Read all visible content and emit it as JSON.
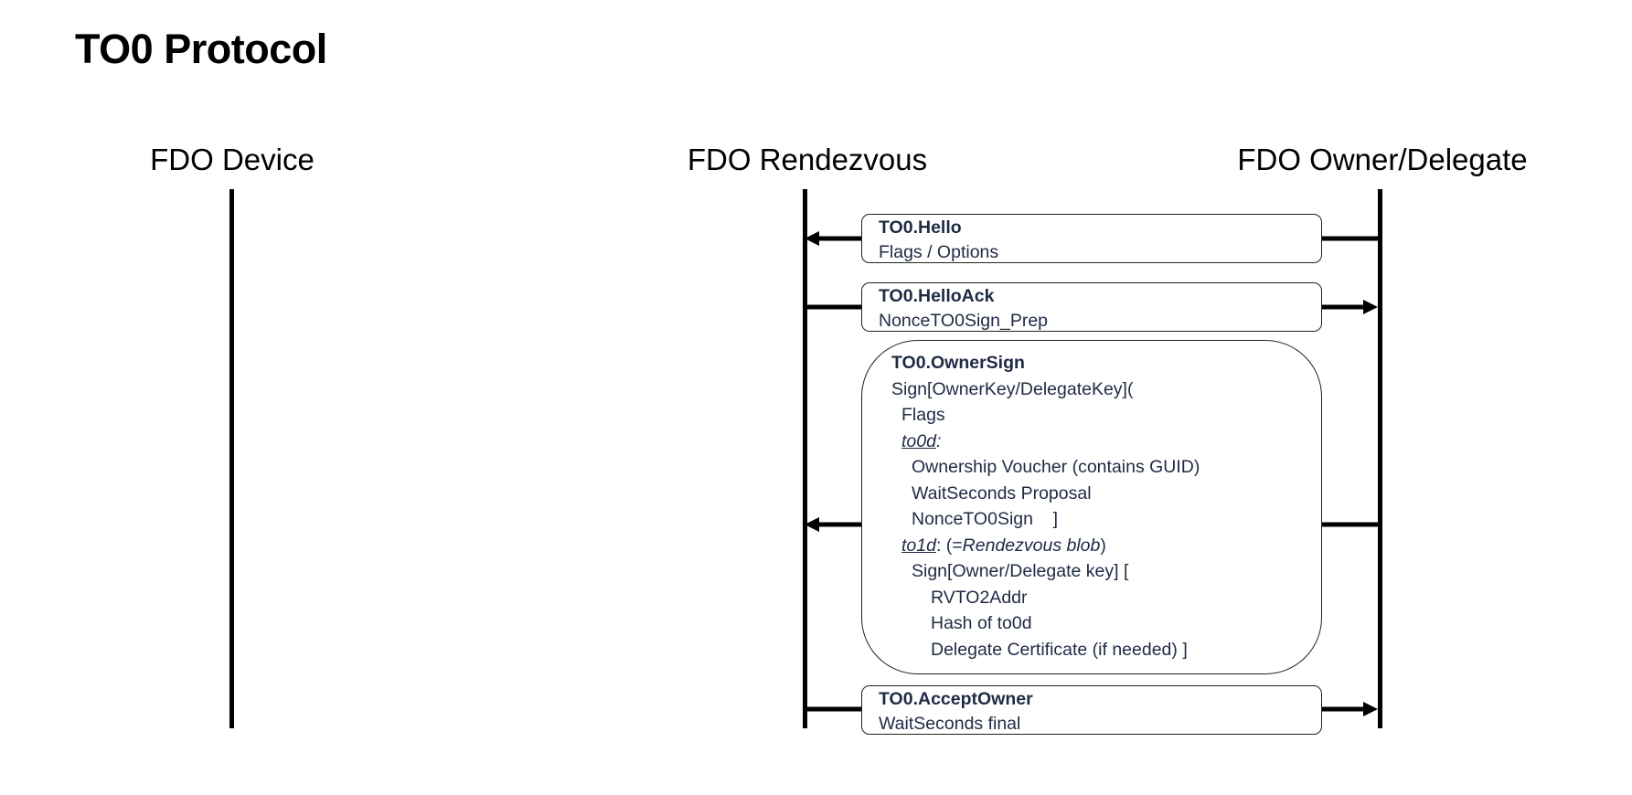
{
  "title": "TO0 Protocol",
  "lanes": {
    "device": "FDO Device",
    "rendezvous": "FDO Rendezvous",
    "owner": "FDO Owner/Delegate"
  },
  "messages": {
    "hello": {
      "name": "TO0.Hello",
      "detail": "Flags / Options",
      "direction": "owner-to-rendezvous"
    },
    "hello_ack": {
      "name": "TO0.HelloAck",
      "detail": "NonceTO0Sign_Prep",
      "direction": "rendezvous-to-owner"
    },
    "owner_sign": {
      "name": "TO0.OwnerSign",
      "direction": "owner-to-rendezvous",
      "lines": {
        "sign_open": "Sign[OwnerKey/DelegateKey](",
        "flags": "Flags",
        "to0d_label": "to0d",
        "to0d_colon": ":",
        "voucher": "Ownership Voucher (contains GUID)",
        "wait_proposal": "WaitSeconds Proposal",
        "nonce": "NonceTO0Sign    ]",
        "to1d_label": "to1d",
        "to1d_colon": ": (=",
        "to1d_blob": "Rendezvous blob",
        "to1d_close": ")",
        "sign_owner": "Sign[Owner/Delegate key] [",
        "rvto2addr": "RVTO2Addr",
        "hash": "Hash of to0d",
        "delegate_cert": "Delegate Certificate (if needed) ]"
      }
    },
    "accept_owner": {
      "name": "TO0.AcceptOwner",
      "detail": "WaitSeconds final",
      "direction": "rendezvous-to-owner"
    }
  }
}
